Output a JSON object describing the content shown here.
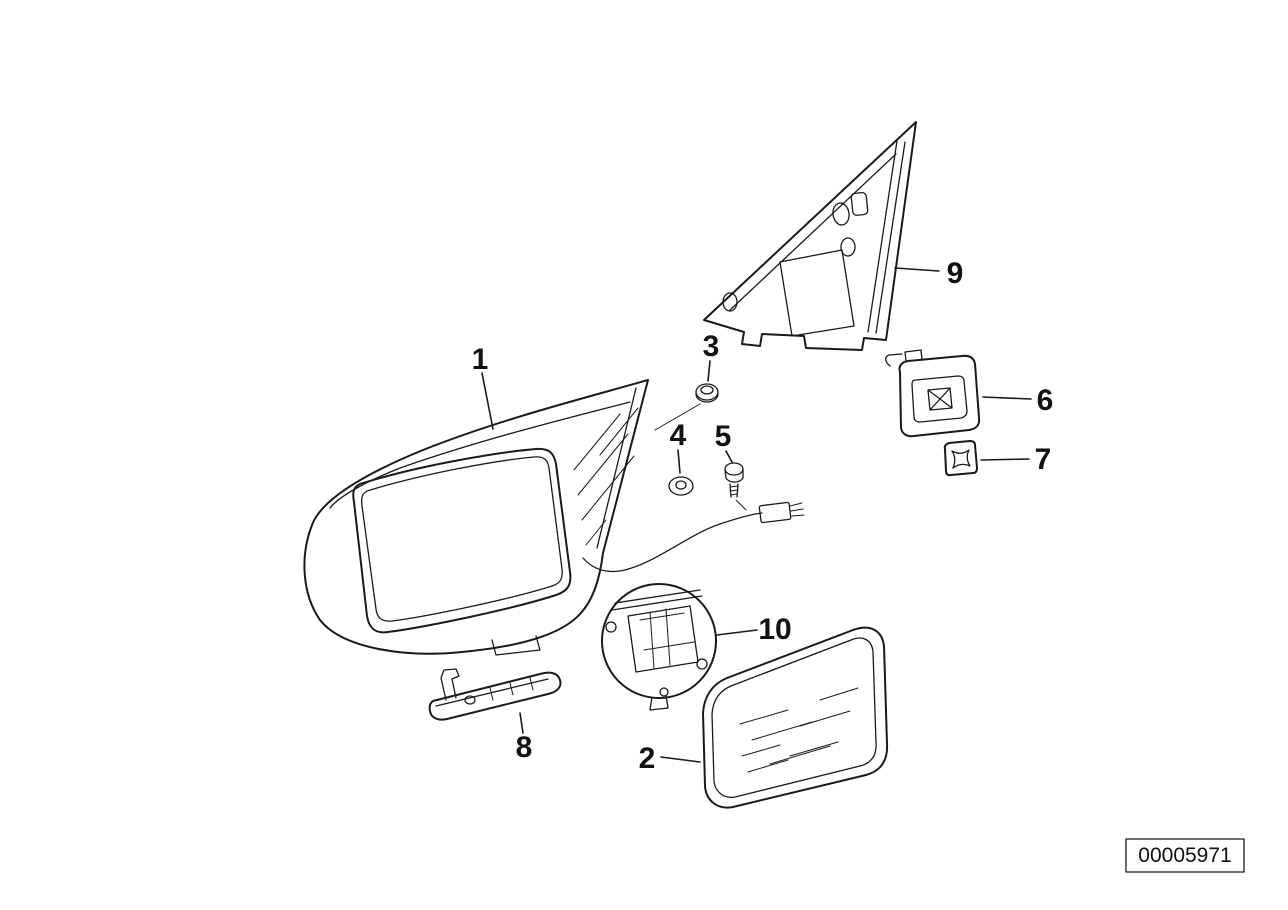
{
  "diagram": {
    "type": "exploded-parts-diagram",
    "subject": "exterior-mirror-assembly",
    "callouts": [
      {
        "label": "1"
      },
      {
        "label": "2"
      },
      {
        "label": "3"
      },
      {
        "label": "4"
      },
      {
        "label": "5"
      },
      {
        "label": "6"
      },
      {
        "label": "7"
      },
      {
        "label": "8"
      },
      {
        "label": "9"
      },
      {
        "label": "10"
      }
    ],
    "doc_number": "00005971",
    "colors": {
      "line": "#1a1a1a",
      "background": "#ffffff"
    }
  }
}
